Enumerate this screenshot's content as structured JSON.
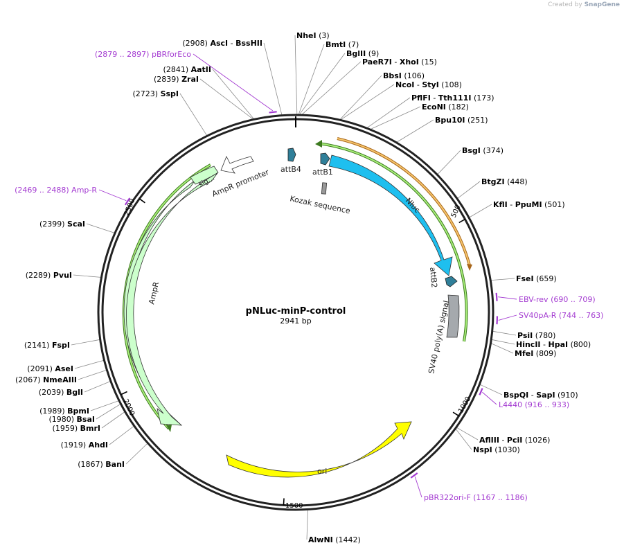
{
  "credit": {
    "prefix": "Created by",
    "brand": "SnapGene"
  },
  "plasmid": {
    "name": "pNLuc-minP-control",
    "size_label": "2941 bp",
    "length": 2941
  },
  "ticks": [
    {
      "pos": 500,
      "label": "500"
    },
    {
      "pos": 1000,
      "label": "1000"
    },
    {
      "pos": 1500,
      "label": "1500"
    },
    {
      "pos": 2000,
      "label": "2000"
    },
    {
      "pos": 2500,
      "label": "2500"
    }
  ],
  "enzymes": [
    {
      "name": "NheI",
      "pos_label": "(3)",
      "pos": 3
    },
    {
      "name": "BmtI",
      "pos_label": "(7)",
      "pos": 7
    },
    {
      "name": "BglII",
      "pos_label": "(9)",
      "pos": 9
    },
    {
      "name": "PaeR7I",
      "name2": "XhoI",
      "pos_label": "(15)",
      "pos": 15
    },
    {
      "name": "BbsI",
      "pos_label": "(106)",
      "pos": 106
    },
    {
      "name": "NcoI",
      "name2": "StyI",
      "pos_label": "(108)",
      "pos": 108
    },
    {
      "name": "PflFI",
      "name2": "Tth111I",
      "pos_label": "(173)",
      "pos": 173
    },
    {
      "name": "EcoNI",
      "pos_label": "(182)",
      "pos": 182
    },
    {
      "name": "Bpu10I",
      "pos_label": "(251)",
      "pos": 251
    },
    {
      "name": "BsgI",
      "pos_label": "(374)",
      "pos": 374
    },
    {
      "name": "BtgZI",
      "pos_label": "(448)",
      "pos": 448
    },
    {
      "name": "KflI",
      "name2": "PpuMI",
      "pos_label": "(501)",
      "pos": 501
    },
    {
      "name": "FseI",
      "pos_label": "(659)",
      "pos": 659
    },
    {
      "name": "PsiI",
      "pos_label": "(780)",
      "pos": 780
    },
    {
      "name": "HincII",
      "name2": "HpaI",
      "pos_label": "(800)",
      "pos": 800
    },
    {
      "name": "MfeI",
      "pos_label": "(809)",
      "pos": 809
    },
    {
      "name": "BspQI",
      "name2": "SapI",
      "pos_label": "(910)",
      "pos": 910
    },
    {
      "name": "AflIII",
      "name2": "PciI",
      "pos_label": "(1026)",
      "pos": 1026
    },
    {
      "name": "NspI",
      "pos_label": "(1030)",
      "pos": 1030
    },
    {
      "name": "AlwNI",
      "pos_label": "(1442)",
      "pos": 1442
    },
    {
      "name": "BanI",
      "pos_label": "(1867)",
      "pos": 1867
    },
    {
      "name": "AhdI",
      "pos_label": "(1919)",
      "pos": 1919
    },
    {
      "name": "BmrI",
      "pos_label": "(1959)",
      "pos": 1959
    },
    {
      "name": "BsaI",
      "pos_label": "(1980)",
      "pos": 1980
    },
    {
      "name": "BpmI",
      "pos_label": "(1989)",
      "pos": 1989
    },
    {
      "name": "BglI",
      "pos_label": "(2039)",
      "pos": 2039
    },
    {
      "name": "NmeAIII",
      "pos_label": "(2067)",
      "pos": 2067
    },
    {
      "name": "AseI",
      "pos_label": "(2091)",
      "pos": 2091
    },
    {
      "name": "FspI",
      "pos_label": "(2141)",
      "pos": 2141
    },
    {
      "name": "PvuI",
      "pos_label": "(2289)",
      "pos": 2289
    },
    {
      "name": "ScaI",
      "pos_label": "(2399)",
      "pos": 2399
    },
    {
      "name": "SspI",
      "pos_label": "(2723)",
      "pos": 2723
    },
    {
      "name": "ZraI",
      "pos_label": "(2839)",
      "pos": 2839
    },
    {
      "name": "AatII",
      "pos_label": "(2841)",
      "pos": 2841
    },
    {
      "name": "AscI",
      "name2": "BssHII",
      "pos_label": "(2908)",
      "pos": 2908
    }
  ],
  "primers": [
    {
      "name": "pBRforEco",
      "range": "(2879 .. 2897)",
      "start": 2879,
      "end": 2897
    },
    {
      "name": "Amp-R",
      "range": "(2469 .. 2488)",
      "start": 2469,
      "end": 2488
    },
    {
      "name": "EBV-rev",
      "range": "(690 .. 709)",
      "start": 690,
      "end": 709
    },
    {
      "name": "SV40pA-R",
      "range": "(744 .. 763)",
      "start": 744,
      "end": 763
    },
    {
      "name": "L4440",
      "range": "(916 .. 933)",
      "start": 916,
      "end": 933
    },
    {
      "name": "pBR322ori-F",
      "range": "(1167 .. 1186)",
      "start": 1167,
      "end": 1186
    }
  ],
  "features": [
    {
      "name": "Nluc",
      "color": "#1ebfef"
    },
    {
      "name": "AmpR",
      "color": "#ccffcc"
    },
    {
      "name": "ori",
      "color": "#ffff00"
    },
    {
      "name": "AmpR promoter",
      "color": "#ffffff"
    },
    {
      "name": "sig…",
      "color": "#ccffcc"
    },
    {
      "name": "SV40 poly(A) signal",
      "color": "#a5a9ad"
    },
    {
      "name": "attB4",
      "color": "#2f7f99"
    },
    {
      "name": "attB1",
      "color": "#2f7f99"
    },
    {
      "name": "attB2",
      "color": "#2f7f99"
    },
    {
      "name": "Kozak sequence",
      "color": "#999999"
    }
  ],
  "colors": {
    "backbone": "#222222",
    "orf_green": "#6fc23c",
    "orf_orange": "#f2a53a",
    "primer": "#a33ad1"
  }
}
